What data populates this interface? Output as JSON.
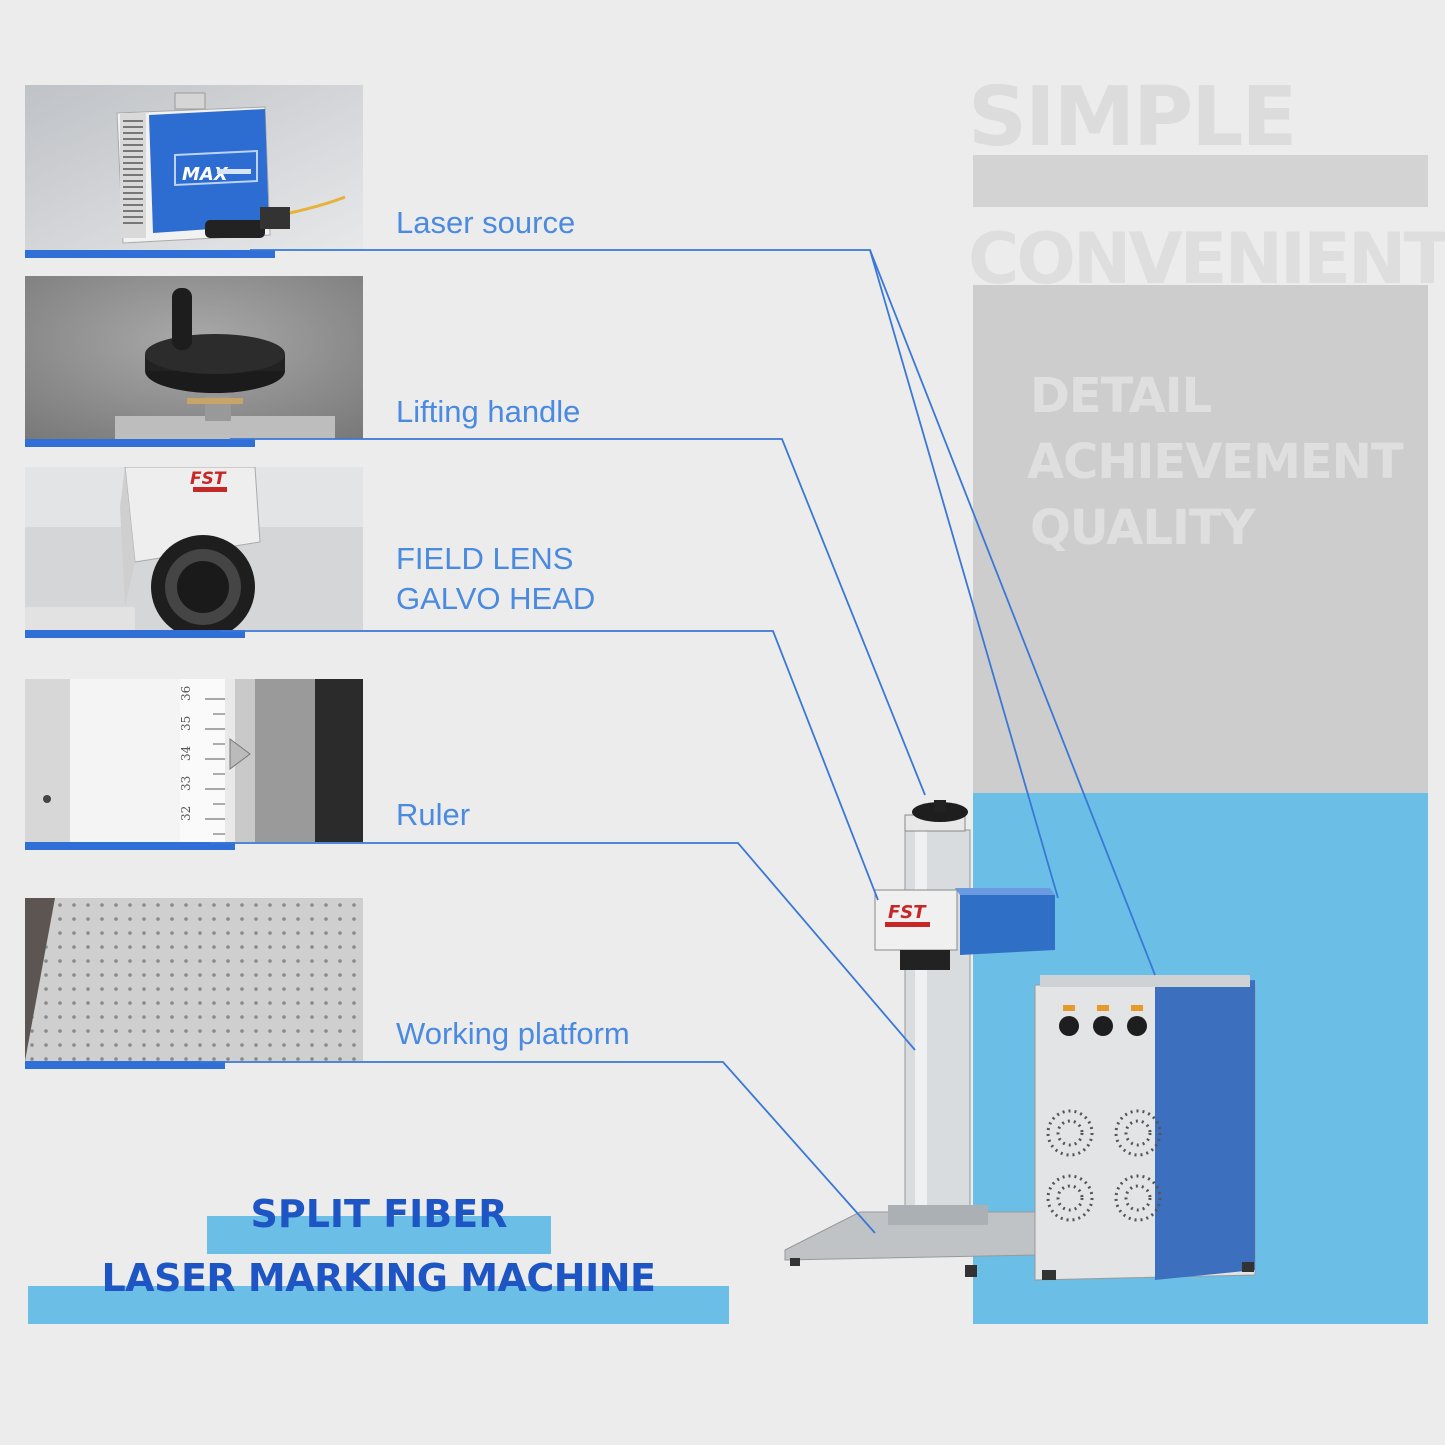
{
  "background_words": {
    "simple": "SIMPLE",
    "convenient": "CONVENIENT",
    "detail": "DETAIL",
    "achievement": "ACHIEVEMENT",
    "quality": "QUALITY"
  },
  "components": [
    {
      "label": "Laser source"
    },
    {
      "label": "Lifting handle"
    },
    {
      "label_line1": "FIELD LENS",
      "label_line2": "GALVO HEAD"
    },
    {
      "label": "Ruler"
    },
    {
      "label": "Working platform"
    }
  ],
  "thumbnail_text": {
    "laser_brand": "MAX",
    "head_brand": "FST",
    "ruler_marks": [
      "32",
      "33",
      "34",
      "35",
      "36"
    ]
  },
  "machine": {
    "brand": "FST"
  },
  "title": {
    "line1": "SPLIT FIBER",
    "line2": "LASER MARKING MACHINE"
  },
  "colors": {
    "accent_blue": "#2f6fd6",
    "label_blue": "#4a8ae0",
    "panel_blue": "#6bbfe6",
    "title_blue": "#1d55c4"
  }
}
